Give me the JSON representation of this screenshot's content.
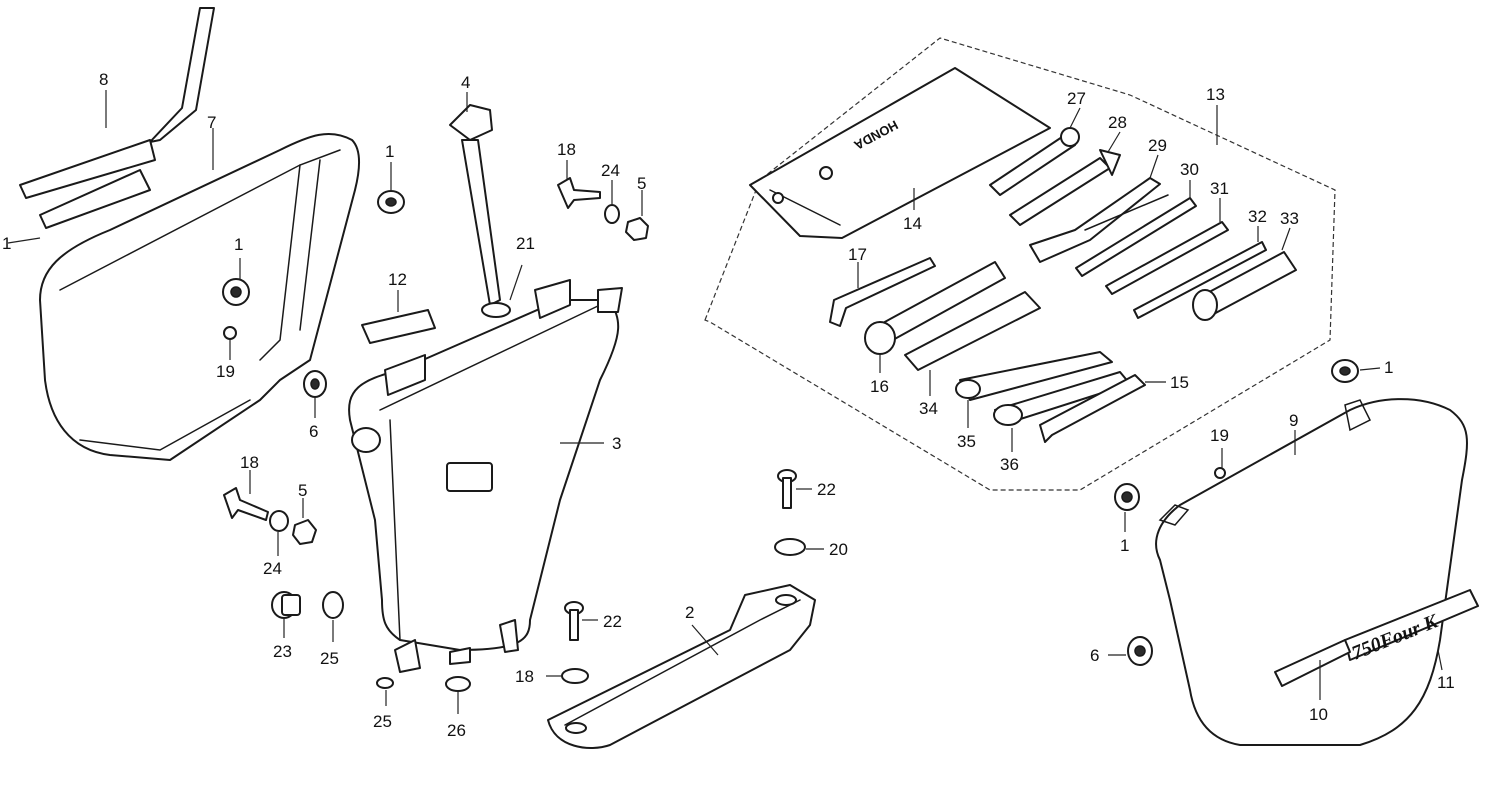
{
  "diagram": {
    "tool_pouch_brand": "HONDA",
    "side_cover_emblem": "750Four K",
    "callouts": [
      {
        "id": "c1a",
        "text": "1"
      },
      {
        "id": "c8",
        "text": "8"
      },
      {
        "id": "c7",
        "text": "7"
      },
      {
        "id": "c1b",
        "text": "1"
      },
      {
        "id": "c1c",
        "text": "1"
      },
      {
        "id": "c19a",
        "text": "19"
      },
      {
        "id": "c6a",
        "text": "6"
      },
      {
        "id": "c4",
        "text": "4"
      },
      {
        "id": "c18a",
        "text": "18"
      },
      {
        "id": "c24a",
        "text": "24"
      },
      {
        "id": "c5a",
        "text": "5"
      },
      {
        "id": "c21",
        "text": "21"
      },
      {
        "id": "c12",
        "text": "12"
      },
      {
        "id": "c3",
        "text": "3"
      },
      {
        "id": "c18b",
        "text": "18"
      },
      {
        "id": "c5b",
        "text": "5"
      },
      {
        "id": "c24b",
        "text": "24"
      },
      {
        "id": "c23",
        "text": "23"
      },
      {
        "id": "c25a",
        "text": "25"
      },
      {
        "id": "c25b",
        "text": "25"
      },
      {
        "id": "c26",
        "text": "26"
      },
      {
        "id": "c22a",
        "text": "22"
      },
      {
        "id": "c20",
        "text": "20"
      },
      {
        "id": "c22b",
        "text": "22"
      },
      {
        "id": "c18c",
        "text": "18"
      },
      {
        "id": "c2",
        "text": "2"
      },
      {
        "id": "c13",
        "text": "13"
      },
      {
        "id": "c27",
        "text": "27"
      },
      {
        "id": "c28",
        "text": "28"
      },
      {
        "id": "c29",
        "text": "29"
      },
      {
        "id": "c30",
        "text": "30"
      },
      {
        "id": "c31",
        "text": "31"
      },
      {
        "id": "c32",
        "text": "32"
      },
      {
        "id": "c33",
        "text": "33"
      },
      {
        "id": "c14",
        "text": "14"
      },
      {
        "id": "c17",
        "text": "17"
      },
      {
        "id": "c16",
        "text": "16"
      },
      {
        "id": "c34",
        "text": "34"
      },
      {
        "id": "c35",
        "text": "35"
      },
      {
        "id": "c36",
        "text": "36"
      },
      {
        "id": "c15",
        "text": "15"
      },
      {
        "id": "c1d",
        "text": "1"
      },
      {
        "id": "c19b",
        "text": "19"
      },
      {
        "id": "c9",
        "text": "9"
      },
      {
        "id": "c1e",
        "text": "1"
      },
      {
        "id": "c6b",
        "text": "6"
      },
      {
        "id": "c10",
        "text": "10"
      },
      {
        "id": "c11",
        "text": "11"
      }
    ]
  }
}
